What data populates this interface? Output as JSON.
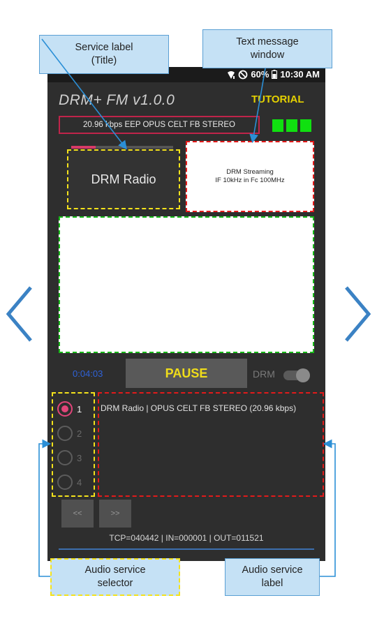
{
  "status_bar": {
    "battery": "60%",
    "time": "10:30 AM"
  },
  "app": {
    "title": "DRM+ FM v1.0.0",
    "tutorial": "TUTORIAL",
    "bitrate_info": "20.96 kbps EEP OPUS CELT FB STEREO",
    "signal_squares": 3,
    "service_progress": 0.24
  },
  "service_label": "DRM Radio",
  "text_message": {
    "line1": "DRM Streaming",
    "line2": "IF 10kHz in Fc 100MHz"
  },
  "controls": {
    "elapsed": "0:04:03",
    "pause_label": "PAUSE",
    "drm_label": "DRM",
    "drm_enabled": false
  },
  "audio_services": {
    "options": [
      "1",
      "2",
      "3",
      "4"
    ],
    "selected": "1",
    "label_text": "DRM Radio  |   OPUS CELT FB STEREO (20.96 kbps)"
  },
  "navigation": {
    "prev_label": "<<",
    "next_label": ">>"
  },
  "stats": "TCP=040442 | IN=000001 | OUT=011521",
  "callouts": {
    "service_label": [
      "Service label",
      "(Title)"
    ],
    "text_message": [
      "Text message",
      "window"
    ],
    "audio_selector": [
      "Audio service",
      "selector"
    ],
    "audio_label": [
      "Audio service",
      "label"
    ]
  },
  "colors": {
    "accent_yellow": "#f0dd1a",
    "accent_pink": "#e2457a",
    "signal_green": "#10e010",
    "callout_blue": "#c5e1f5"
  },
  "icons": [
    "chevron-left-icon",
    "chevron-right-icon",
    "wifi-icon",
    "dnd-icon",
    "battery-icon"
  ]
}
